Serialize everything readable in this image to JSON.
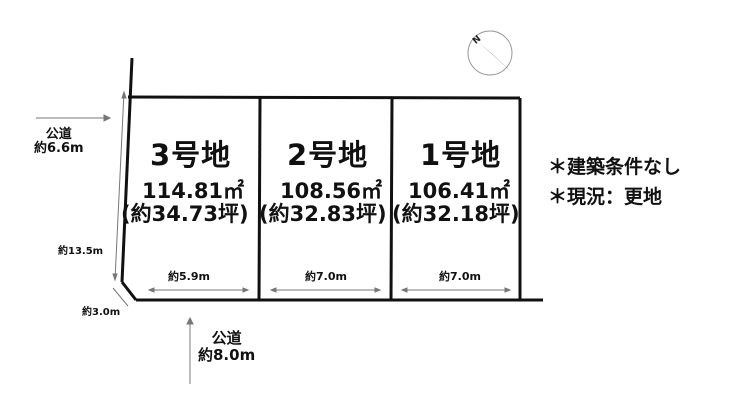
{
  "lots": [
    {
      "id": "3",
      "title": "3号地",
      "area": "114.81㎡",
      "tsubo": "(約34.73坪)",
      "frontage": "約5.9m"
    },
    {
      "id": "2",
      "title": "2号地",
      "area": "108.56㎡",
      "tsubo": "(約32.83坪)",
      "frontage": "約7.0m"
    },
    {
      "id": "1",
      "title": "1号地",
      "area": "106.41㎡",
      "tsubo": "(約32.18坪)",
      "frontage": "約7.0m"
    }
  ],
  "roads": {
    "west": {
      "label": "公道",
      "width": "約6.6m"
    },
    "south": {
      "label": "公道",
      "width": "約8.0m"
    }
  },
  "dimensions": {
    "depth": "約13.5m",
    "corner": "約3.0m"
  },
  "compass": {
    "label": "N"
  },
  "notes": [
    "＊建築条件なし",
    "＊現況：更地"
  ]
}
